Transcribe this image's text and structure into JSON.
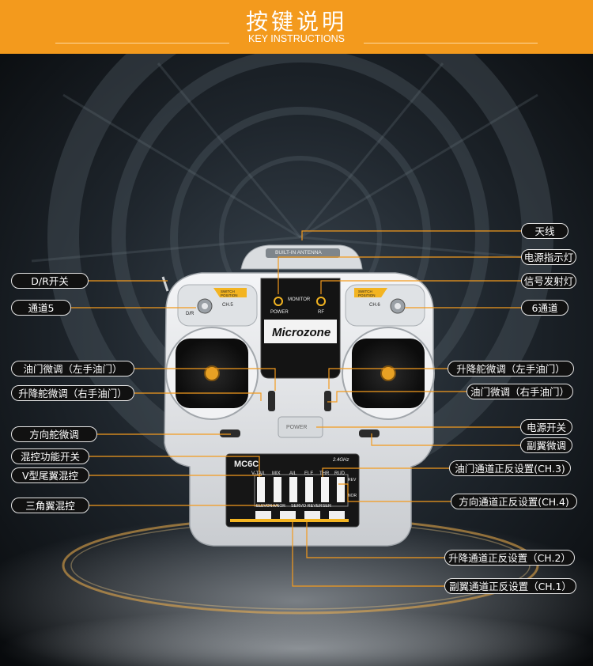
{
  "header": {
    "title": "按键说明",
    "subtitle": "KEY INSTRUCTIONS",
    "color": "#f39a1d"
  },
  "device": {
    "brand": "Microzone",
    "model": "MC6C",
    "band": "2.4GHz",
    "antenna_label": "BUILT-IN ANTENNA",
    "monitor_label": "MONITOR",
    "power_led_label": "POWER",
    "rf_led_label": "RF",
    "power_switch_label": "POWER",
    "switch_position_label": "SWITCH POSITION",
    "ch5_label": "CH.5",
    "ch6_label": "CH.6",
    "dr_label": "D/R",
    "channels": [
      "V-TAIL",
      "MIX",
      "AIL",
      "ELE",
      "THR",
      "RUD"
    ],
    "elevon_label": "ELEVON",
    "anor_label": "A/NOR",
    "servo_reverser_label": "SERVO REVERSER",
    "rev_label": "REV",
    "nor_label": "NOR"
  },
  "callouts_left": [
    {
      "text": "D/R开关"
    },
    {
      "text": "通道5"
    },
    {
      "text": "油门微调（左手油门）"
    },
    {
      "text": "升降舵微调（右手油门）"
    },
    {
      "text": "方向舵微调"
    },
    {
      "text": "混控功能开关"
    },
    {
      "text": "V型尾翼混控"
    },
    {
      "text": "三角翼混控"
    }
  ],
  "callouts_right": [
    {
      "text": "天线"
    },
    {
      "text": "电源指示灯"
    },
    {
      "text": "信号发射灯"
    },
    {
      "text": "6通道"
    },
    {
      "text": "升降舵微调（左手油门）"
    },
    {
      "text": "油门微调（右手油门）"
    },
    {
      "text": "电源开关"
    },
    {
      "text": "副翼微调"
    },
    {
      "text": "油门通道正反设置(CH.3)"
    },
    {
      "text": "方向通道正反设置(CH.4)"
    },
    {
      "text": "升降通道正反设置（CH.2）"
    },
    {
      "text": "副翼通道正反设置（CH.1）"
    }
  ],
  "colors": {
    "accent": "#f39a1d",
    "leader": "#f39a1d",
    "label_border": "#e6e6e6",
    "body": "#e9ebee"
  }
}
